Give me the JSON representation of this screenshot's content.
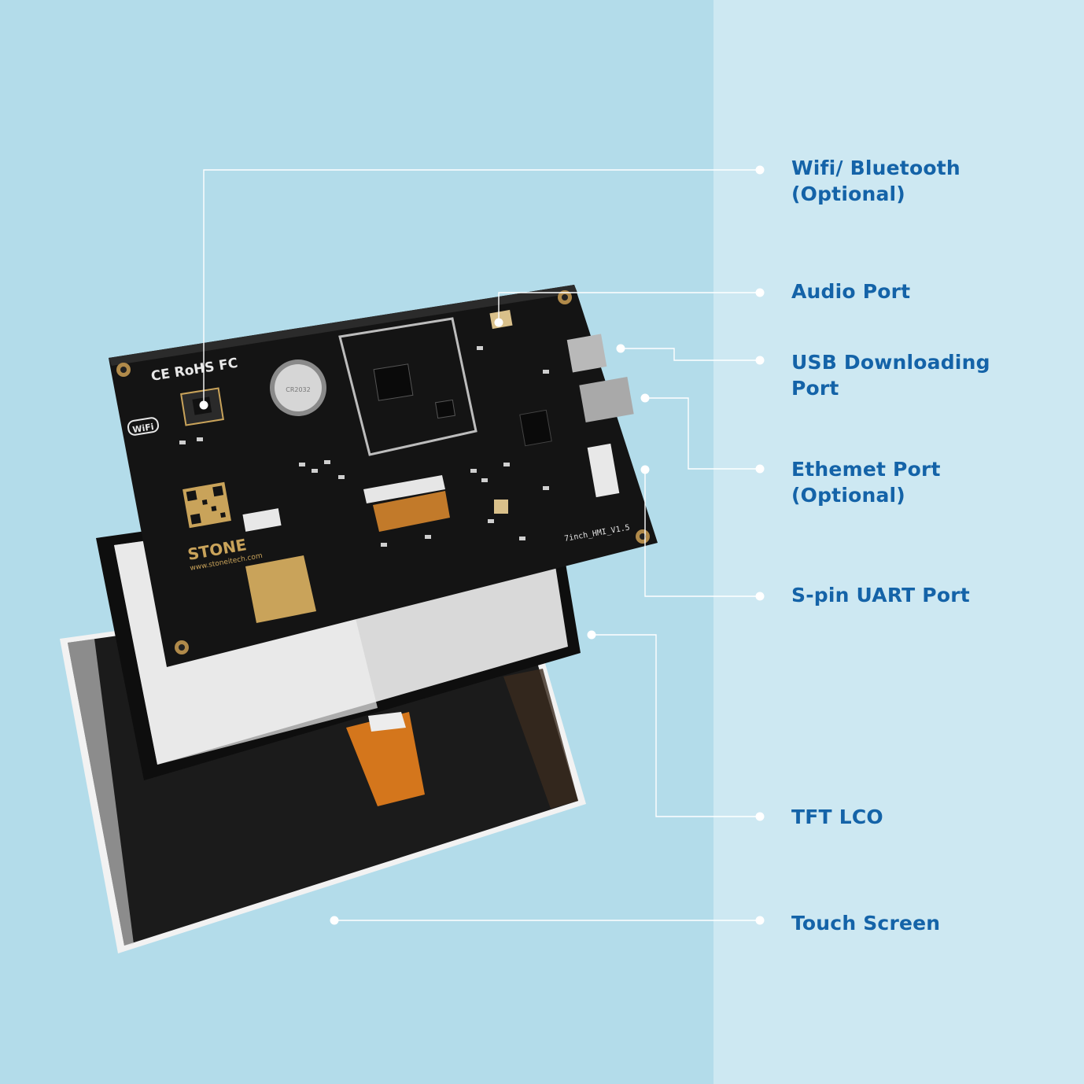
{
  "callouts": {
    "wifi": {
      "line1": "Wifi/ Bluetooth",
      "line2": "(Optional)"
    },
    "audio": {
      "line1": "Audio Port"
    },
    "usb": {
      "line1": "USB Downloading",
      "line2": "Port"
    },
    "ethernet": {
      "line1": "Ethemet Port",
      "line2": "(Optional)"
    },
    "uart": {
      "line1": "S-pin UART Port"
    },
    "tft": {
      "line1": "TFT LCO"
    },
    "touch": {
      "line1": "Touch Screen"
    }
  },
  "board": {
    "brand": "STONE",
    "website": "www.stoneitech.com",
    "model": "7inch_HMI_V1.5",
    "cert_marks": "CE RoHS FC",
    "wifi_badge": "WiFi"
  },
  "colors": {
    "bg_left": "#b3dcea",
    "bg_right": "#cde8f2",
    "label": "#1463a8",
    "pcb": "#141414",
    "gold": "#c9a35a"
  }
}
